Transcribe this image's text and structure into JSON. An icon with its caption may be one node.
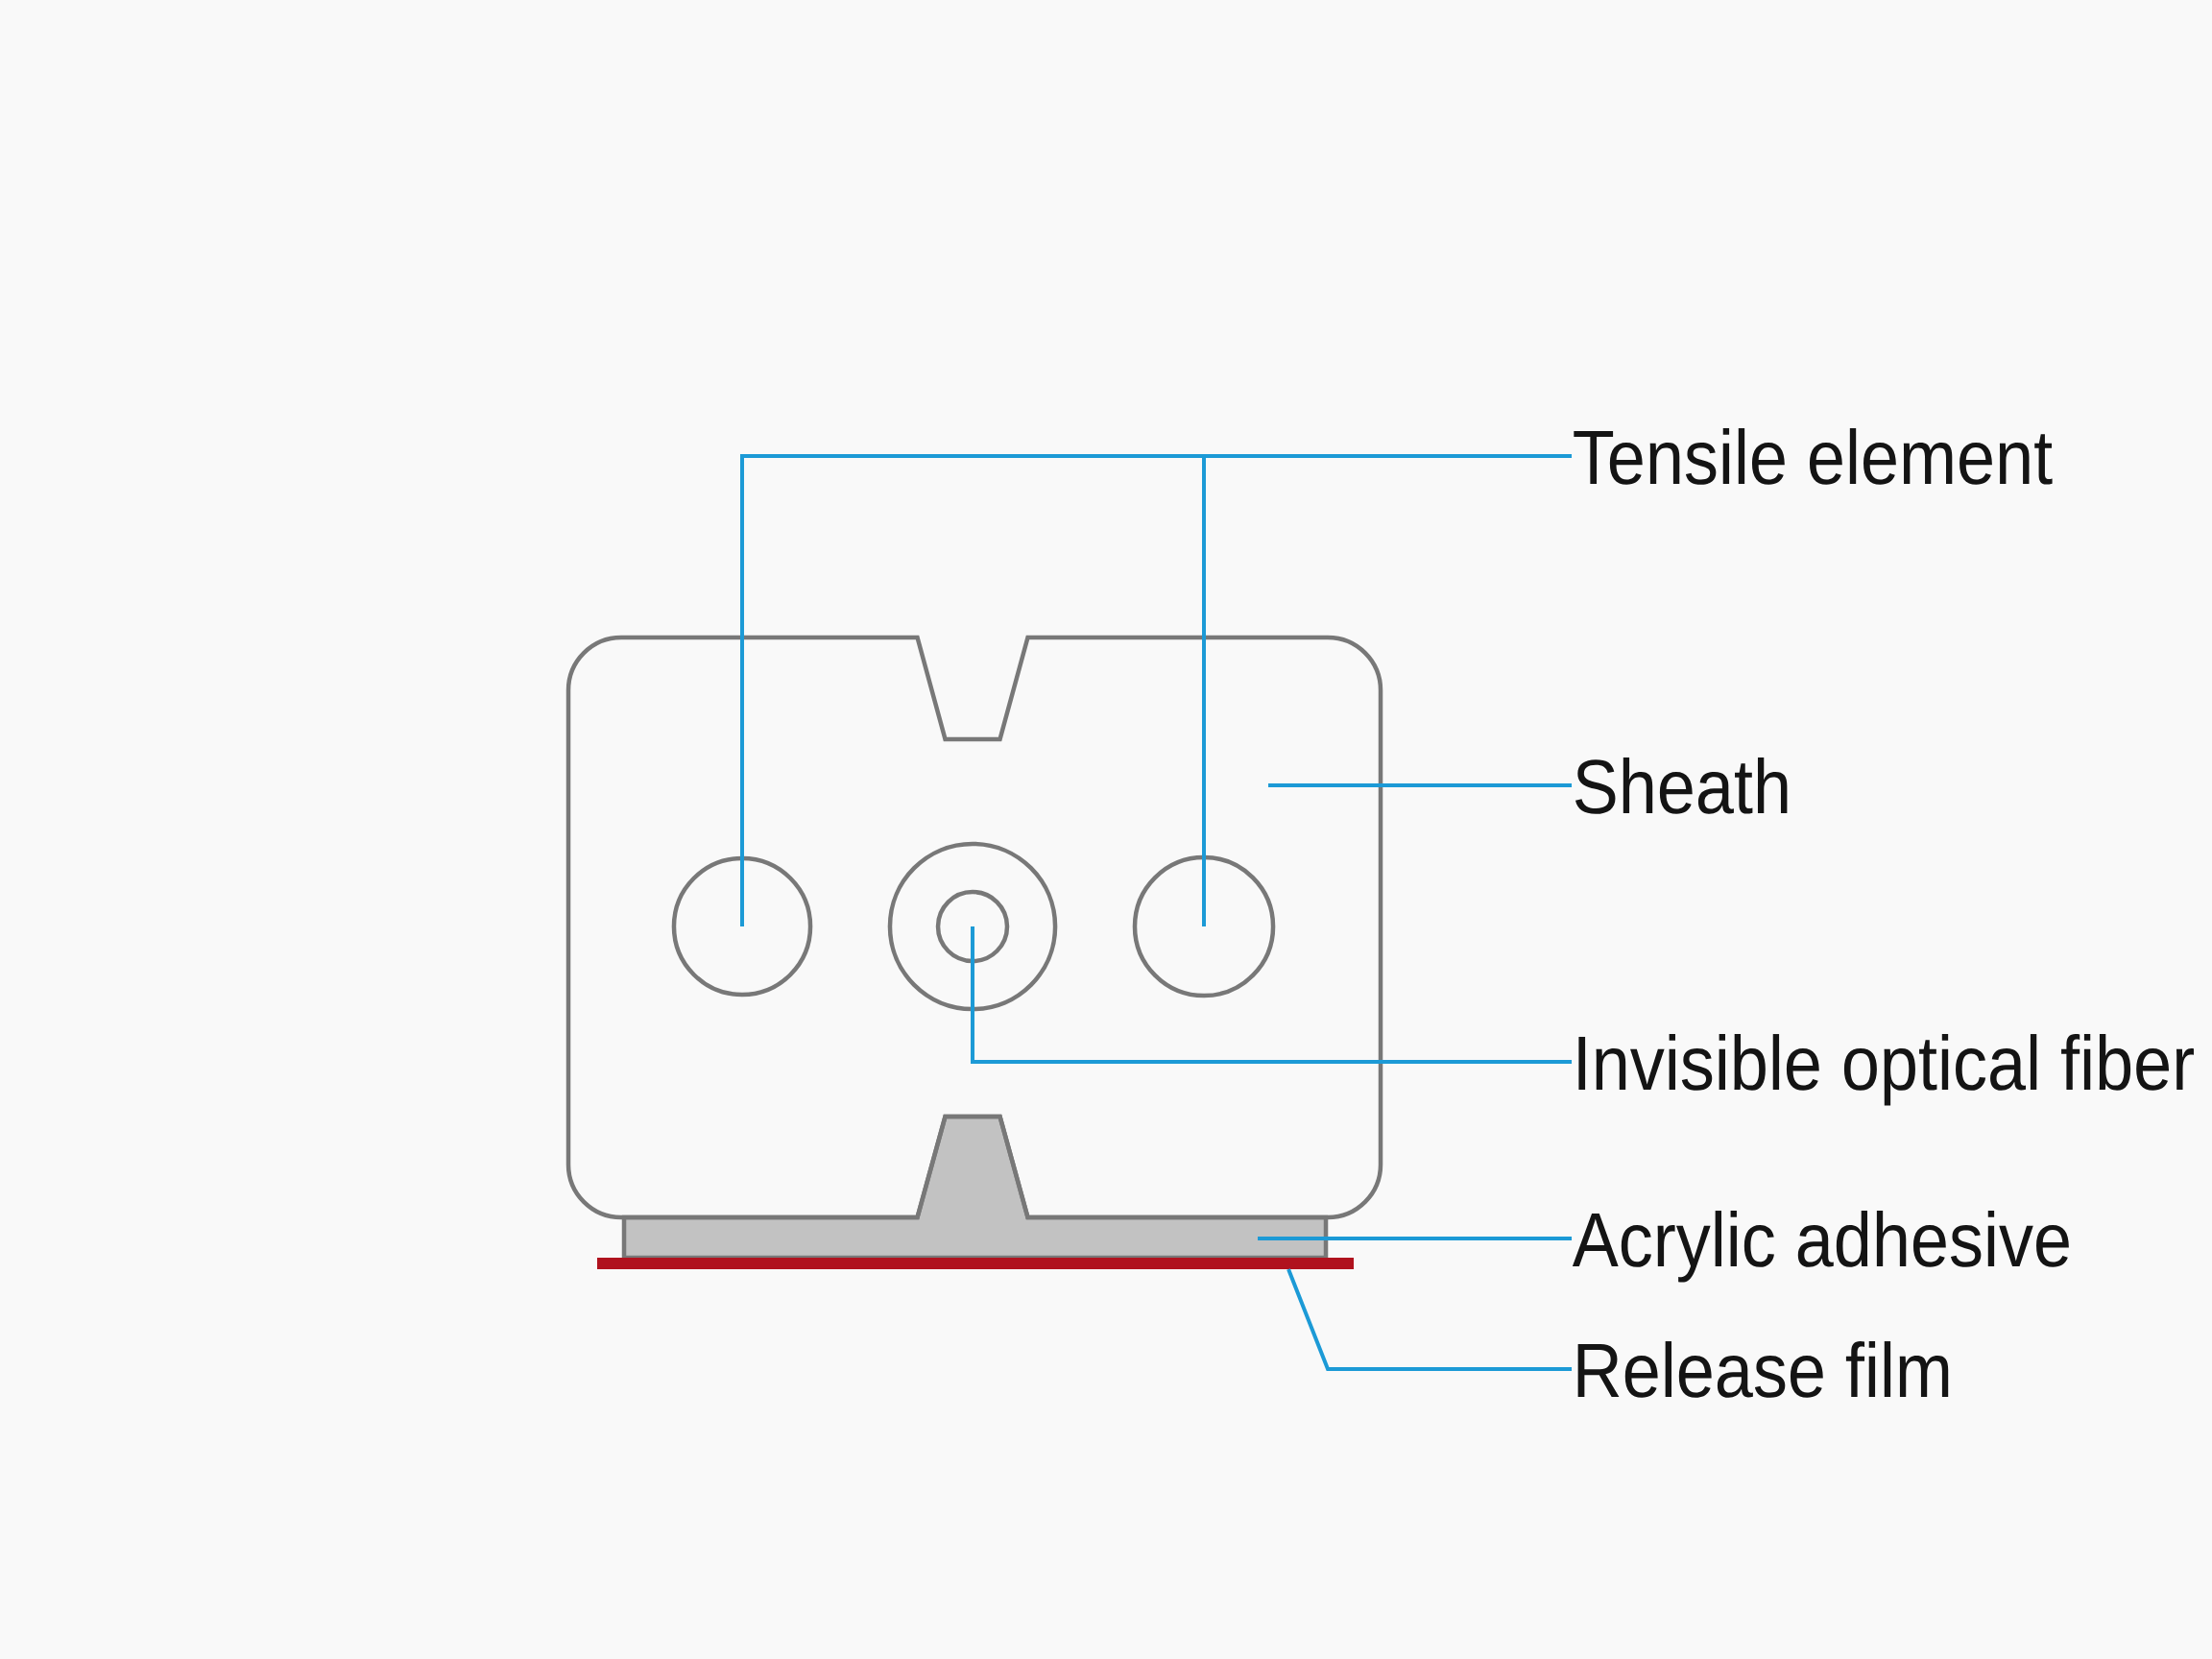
{
  "diagram": {
    "nodes": [
      {
        "text": [],
        "shape": "box"
      },
      {
        "text": [],
        "shape": "circle",
        "in": 0
      },
      {
        "text": [],
        "shape": "circle",
        "in": 0
      },
      {
        "text": [],
        "shape": "circle",
        "in": 0
      },
      {
        "text": [],
        "shape": "bar"
      },
      {
        "text": [],
        "shape": "bar"
      },
      {
        "text": [
          "Tensile element"
        ]
      },
      {
        "text": [
          "Sheath"
        ]
      },
      {
        "text": [
          "Invisible optical fiber"
        ]
      },
      {
        "text": [
          "Acrylic adhesive"
        ]
      },
      {
        "text": [
          "Release film"
        ]
      }
    ],
    "edges": [
      {
        "from": 6,
        "to": 1,
        "arrow": "none"
      },
      {
        "from": 6,
        "to": 3,
        "arrow": "none"
      },
      {
        "from": 7,
        "to": 0,
        "arrow": "none"
      },
      {
        "from": 8,
        "to": 2,
        "arrow": "none"
      },
      {
        "from": 9,
        "to": 4,
        "arrow": "none"
      },
      {
        "from": 10,
        "to": 5,
        "arrow": "none"
      }
    ]
  }
}
